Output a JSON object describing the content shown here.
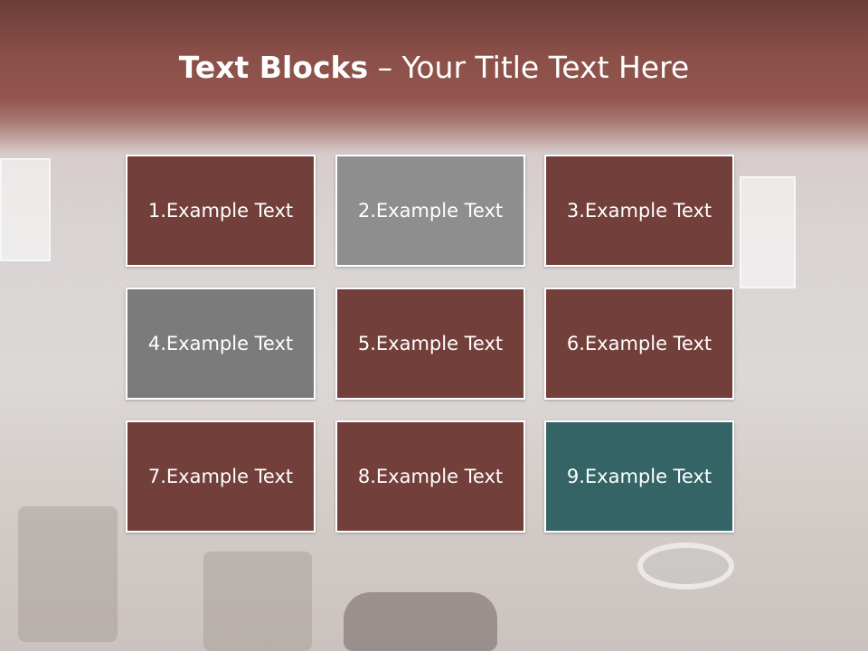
{
  "title": {
    "bold": "Text Blocks",
    "separator": " – ",
    "light": "Your Title Text Here"
  },
  "blocks": [
    {
      "label": "1.Example Text",
      "color": "#733f3a"
    },
    {
      "label": "2.Example Text",
      "color": "#8e8e8e"
    },
    {
      "label": "3.Example Text",
      "color": "#733f3a"
    },
    {
      "label": "4.Example Text",
      "color": "#7b7b7b"
    },
    {
      "label": "5.Example Text",
      "color": "#733f3a"
    },
    {
      "label": "6.Example Text",
      "color": "#733f3a"
    },
    {
      "label": "7.Example Text",
      "color": "#733f3a"
    },
    {
      "label": "8.Example Text",
      "color": "#733f3a"
    },
    {
      "label": "9.Example Text",
      "color": "#356466"
    }
  ]
}
